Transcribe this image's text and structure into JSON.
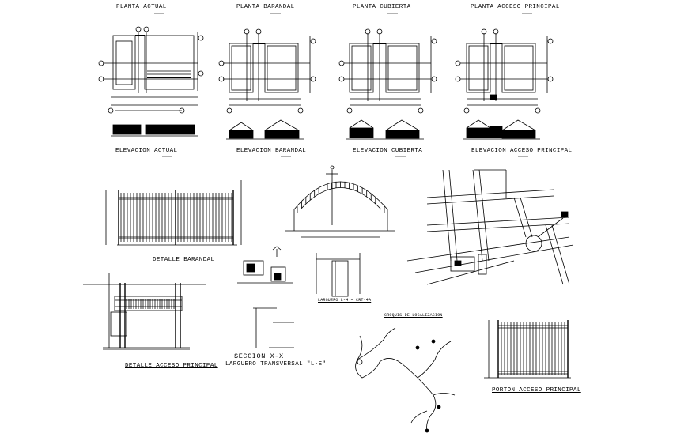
{
  "titles": {
    "planta_actual": "PLANTA ACTUAL",
    "planta_barandal": "PLANTA BARANDAL",
    "planta_cubierta": "PLANTA CUBIERTA",
    "planta_acceso": "PLANTA ACCESO PRINCIPAL",
    "elev_actual": "ELEVACION ACTUAL",
    "elev_barandal": "ELEVACION BARANDAL",
    "elev_cubierta": "ELEVACION CUBIERTA",
    "elev_acceso": "ELEVACION ACCESO PRINCIPAL",
    "detalle_barandal": "DETALLE BARANDAL",
    "detalle_acceso": "DETALLE ACCESO PRINCIPAL",
    "seccion": "SECCION X-X",
    "larguero": "LARGUERO TRANSVERSAL \"L-E\"",
    "larguero_l4": "LARGUERO L-4 = CRT-4A",
    "croquis": "CROQUIS DE LOCALIZACION",
    "porton": "PORTON ACCESO PRINCIPAL"
  },
  "stroke_color": "#000000",
  "background": "#ffffff"
}
